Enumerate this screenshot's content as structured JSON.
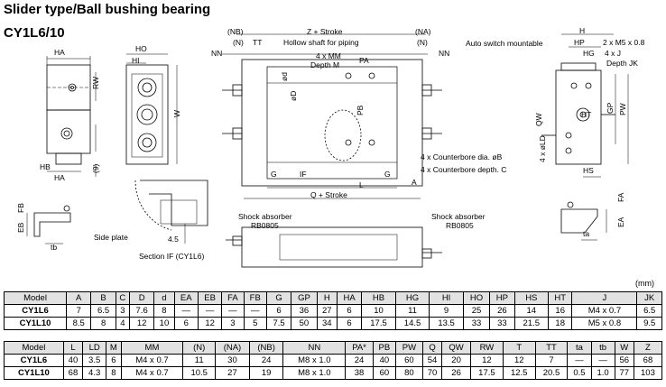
{
  "title": "Slider type/Ball bushing bearing",
  "subtitle": "CY1L6/10",
  "unit": "(mm)",
  "labels": {
    "ha": "HA",
    "rw": "RW",
    "hb": "HB",
    "ha2": "HA",
    "nine": "(9)",
    "ho": "HO",
    "hi": "HI",
    "w": "W",
    "nb": "(NB)",
    "n": "(N)",
    "tt": "TT",
    "zstroke": "Z + Stroke",
    "na": "(NA)",
    "n2": "(N)",
    "nn": "NN",
    "nn2": "NN",
    "hollow": "Hollow shaft for piping",
    "mm": "4 x MM",
    "depthm": "Depth M",
    "pa": "PA",
    "od": "ød",
    "oD": "øD",
    "pb": "PB",
    "cb_dia": "4 x Counterbore dia. øB",
    "cb_depth": "4 x Counterbore depth. C",
    "g": "G",
    "if": "IF",
    "g2": "G",
    "l": "L",
    "a": "A",
    "qstroke": "Q + Stroke",
    "autoswitch": "Auto switch mountable",
    "h": "H",
    "hp": "HP",
    "hg": "HG",
    "m5": "2 x M5 x 0.8",
    "j": "4 x J",
    "depthjk": "Depth JK",
    "qw": "QW",
    "gp": "GP",
    "pw": "PW",
    "ht": "HT",
    "ld": "4 x øLD",
    "hs": "HS",
    "fb": "FB",
    "eb": "EB",
    "tb": "tb",
    "sideplate": "Side plate",
    "dim45": "4.5",
    "sectionif": "Section IF (CY1L6)",
    "shock1": "Shock absorber",
    "rb1": "RB0805",
    "shock2": "Shock absorber",
    "rb2": "RB0805",
    "fa": "FA",
    "ea": "EA",
    "ta": "ta"
  },
  "table1": {
    "headers": [
      "Model",
      "A",
      "B",
      "C",
      "D",
      "d",
      "EA",
      "EB",
      "FA",
      "FB",
      "G",
      "GP",
      "H",
      "HA",
      "HB",
      "HG",
      "HI",
      "HO",
      "HP",
      "HS",
      "HT",
      "J",
      "JK"
    ],
    "rows": [
      [
        "CY1L6",
        "7",
        "6.5",
        "3",
        "7.6",
        "8",
        "—",
        "—",
        "—",
        "—",
        "6",
        "36",
        "27",
        "6",
        "10",
        "11",
        "9",
        "25",
        "26",
        "14",
        "16",
        "M4 x 0.7",
        "6.5"
      ],
      [
        "CY1L10",
        "8.5",
        "8",
        "4",
        "12",
        "10",
        "6",
        "12",
        "3",
        "5",
        "7.5",
        "50",
        "34",
        "6",
        "17.5",
        "14.5",
        "13.5",
        "33",
        "33",
        "21.5",
        "18",
        "M5 x 0.8",
        "9.5"
      ]
    ]
  },
  "table2": {
    "headers": [
      "Model",
      "L",
      "LD",
      "M",
      "MM",
      "(N)",
      "(NA)",
      "(NB)",
      "NN",
      "PA*",
      "PB",
      "PW",
      "Q",
      "QW",
      "RW",
      "T",
      "TT",
      "ta",
      "tb",
      "W",
      "Z"
    ],
    "rows": [
      [
        "CY1L6",
        "40",
        "3.5",
        "6",
        "M4 x 0.7",
        "11",
        "30",
        "24",
        "M8 x 1.0",
        "24",
        "40",
        "60",
        "54",
        "20",
        "12",
        "12",
        "7",
        "—",
        "—",
        "56",
        "68"
      ],
      [
        "CY1L10",
        "68",
        "4.3",
        "8",
        "M4 x 0.7",
        "10.5",
        "27",
        "19",
        "M8 x 1.0",
        "38",
        "60",
        "80",
        "70",
        "26",
        "17.5",
        "12.5",
        "20.5",
        "0.5",
        "1.0",
        "77",
        "103"
      ]
    ]
  }
}
